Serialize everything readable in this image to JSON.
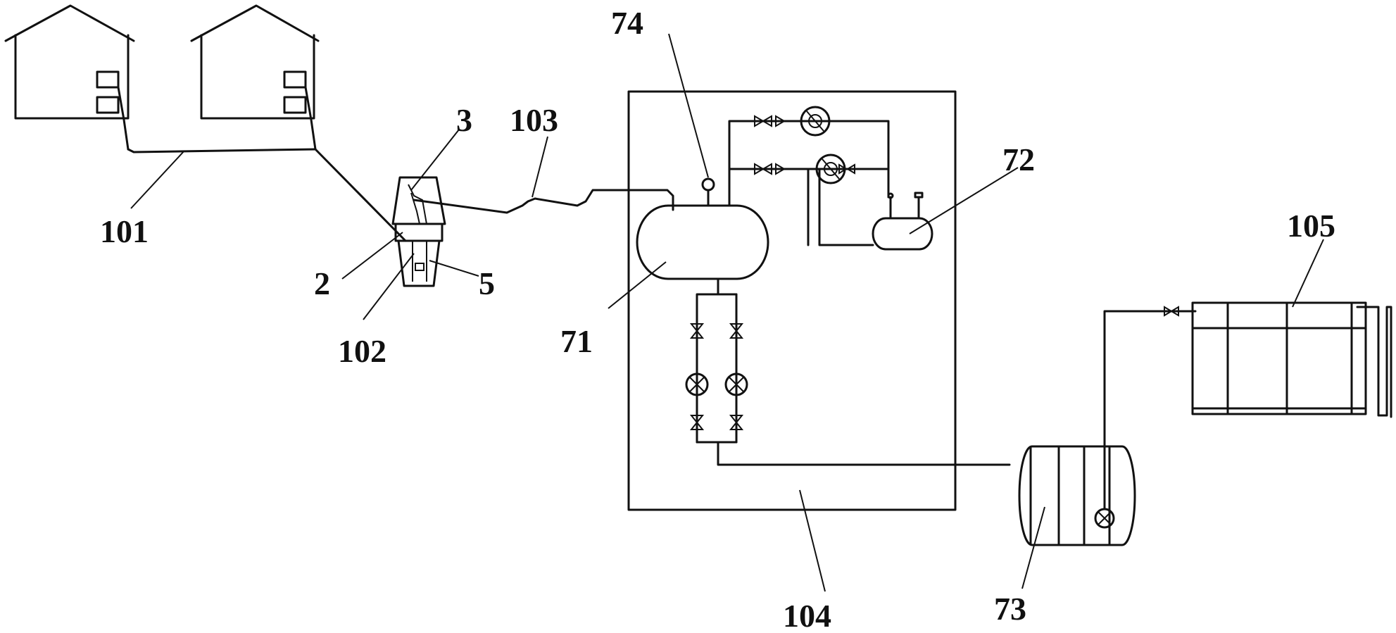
{
  "labels": {
    "l101": "101",
    "l102": "102",
    "l103": "103",
    "l104": "104",
    "l105": "105",
    "l2": "2",
    "l3": "3",
    "l5": "5",
    "l71": "71",
    "l72": "72",
    "l73": "73",
    "l74": "74"
  }
}
